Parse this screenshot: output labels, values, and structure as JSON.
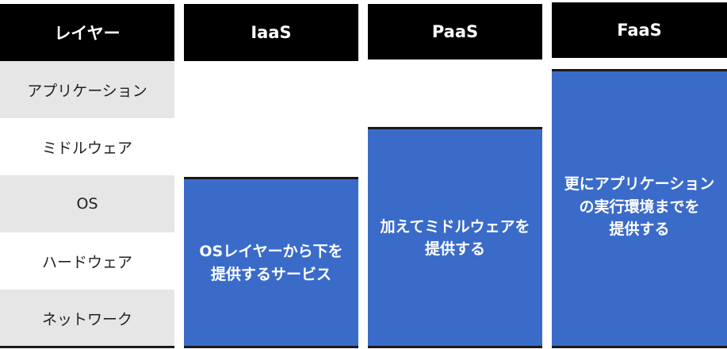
{
  "headers": {
    "layer": "レイヤー",
    "iaas": "IaaS",
    "paas": "PaaS",
    "faas": "FaaS"
  },
  "layers": [
    "アプリケーション",
    "ミドルウェア",
    "OS",
    "ハードウェア",
    "ネットワーク"
  ],
  "bars": {
    "iaas": "OSレイヤーから下を\n提供するサービス",
    "paas": "加えてミドルウェアを\n提供する",
    "faas": "更にアプリケーション\nの実行環境までを\n提供する"
  },
  "colors": {
    "header_bg": "#000000",
    "bar_blue": "#3a6bc9",
    "row_gray": "#e6e6e6"
  }
}
